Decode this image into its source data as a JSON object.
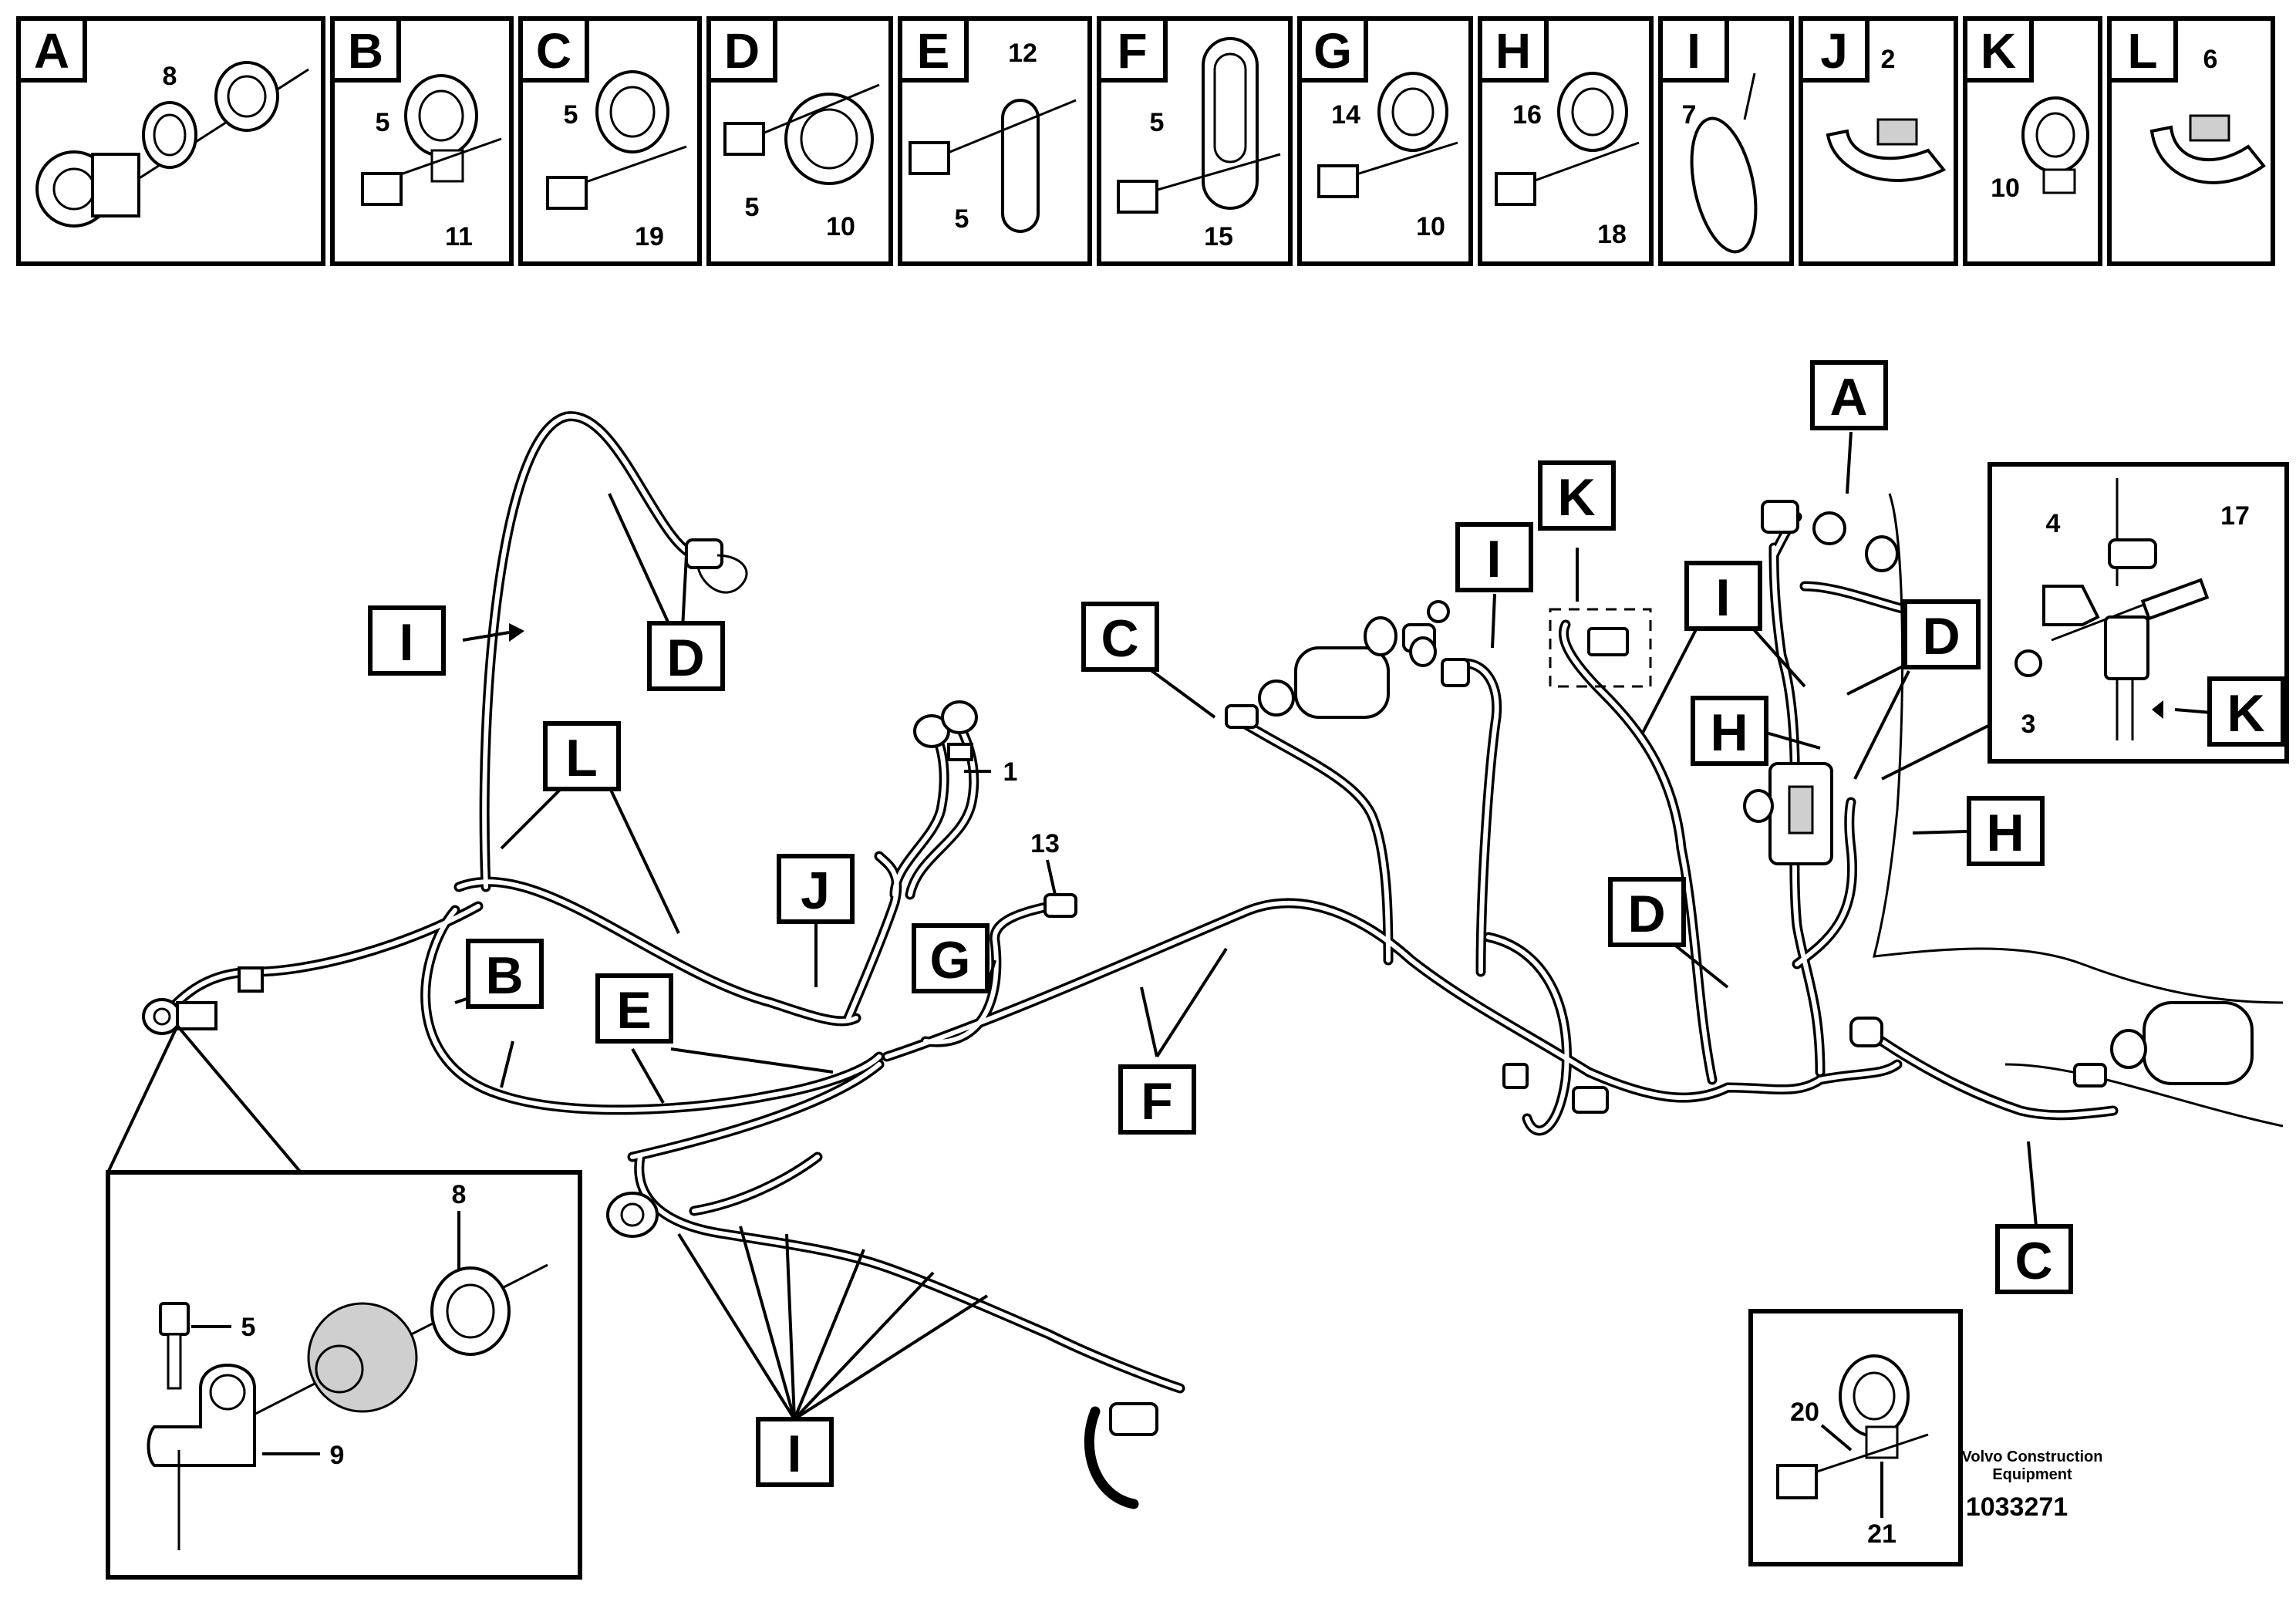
{
  "legend_panels": [
    {
      "letter": "A",
      "parts": [
        "8"
      ]
    },
    {
      "letter": "B",
      "parts": [
        "5",
        "11"
      ]
    },
    {
      "letter": "C",
      "parts": [
        "5",
        "19"
      ]
    },
    {
      "letter": "D",
      "parts": [
        "5",
        "10"
      ]
    },
    {
      "letter": "E",
      "parts": [
        "12",
        "5"
      ]
    },
    {
      "letter": "F",
      "parts": [
        "5",
        "15"
      ]
    },
    {
      "letter": "G",
      "parts": [
        "14",
        "10"
      ]
    },
    {
      "letter": "H",
      "parts": [
        "16",
        "18"
      ]
    },
    {
      "letter": "I",
      "parts": [
        "7"
      ]
    },
    {
      "letter": "J",
      "parts": [
        "2"
      ]
    },
    {
      "letter": "K",
      "parts": [
        "10"
      ]
    },
    {
      "letter": "L",
      "parts": [
        "6"
      ]
    }
  ],
  "callouts": {
    "i_upper_left": "I",
    "d_top": "D",
    "l_mid": "L",
    "b_mid": "B",
    "e_mid": "E",
    "j_mid": "J",
    "g_mid": "G",
    "f_mid": "F",
    "c_top": "C",
    "i_center": "I",
    "k_top": "K",
    "i_right": "I",
    "a_top": "A",
    "d_right_upper": "D",
    "h_right_upper": "H",
    "h_right_lower": "H",
    "d_right_lower": "D",
    "c_bottom_right": "C",
    "i_bottom": "I",
    "k_inset": "K"
  },
  "part_numbers": {
    "p1": "1",
    "p13": "13",
    "p4": "4",
    "p17": "17",
    "p3": "3",
    "detail_8": "8",
    "detail_5": "5",
    "detail_9": "9",
    "small_20": "20",
    "small_21": "21"
  },
  "credit": {
    "line1": "Volvo Construction",
    "line2": "Equipment",
    "doc_number": "1033271"
  }
}
